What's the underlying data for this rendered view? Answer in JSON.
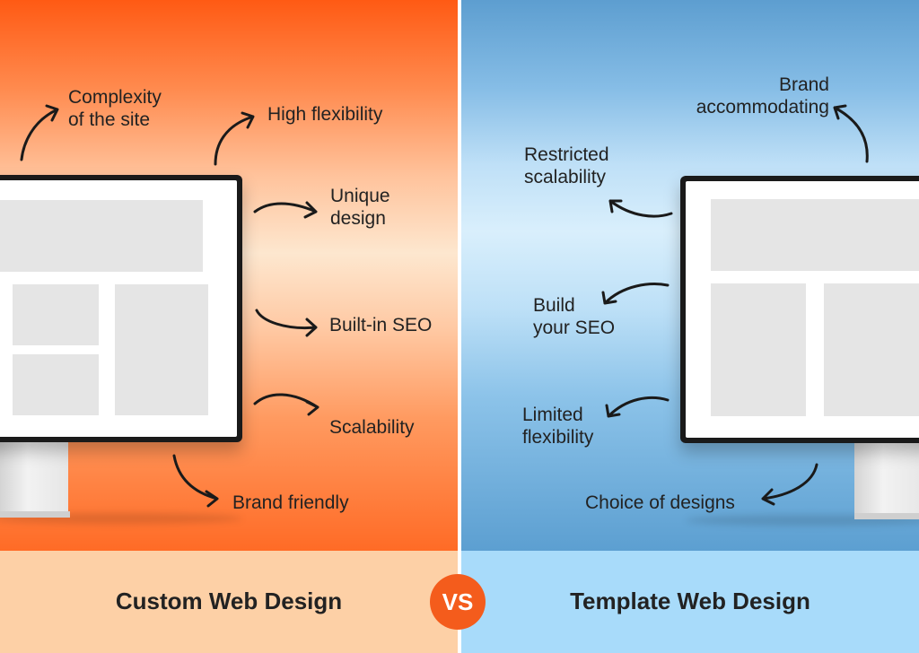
{
  "left": {
    "title": "Custom Web Design",
    "labels": {
      "complexity_line1": "Complexity",
      "complexity_line2": "of the site",
      "high_flexibility": "High flexibility",
      "unique_line1": "Unique",
      "unique_line2": "design",
      "builtin_seo": "Built-in SEO",
      "scalability": "Scalability",
      "brand_friendly": "Brand friendly"
    }
  },
  "right": {
    "title": "Template Web Design",
    "labels": {
      "brand_line1": "Brand",
      "brand_line2": "accommodating",
      "restricted_line1": "Restricted",
      "restricted_line2": "scalability",
      "seo_line1": "Build",
      "seo_line2": "your SEO",
      "limited_line1": "Limited",
      "limited_line2": "flexibility",
      "choice": "Choice of designs"
    }
  },
  "vs": "VS",
  "colors": {
    "left_accent": "#ff5a14",
    "right_accent": "#5d9ed0",
    "vs_badge": "#f45c1c"
  }
}
